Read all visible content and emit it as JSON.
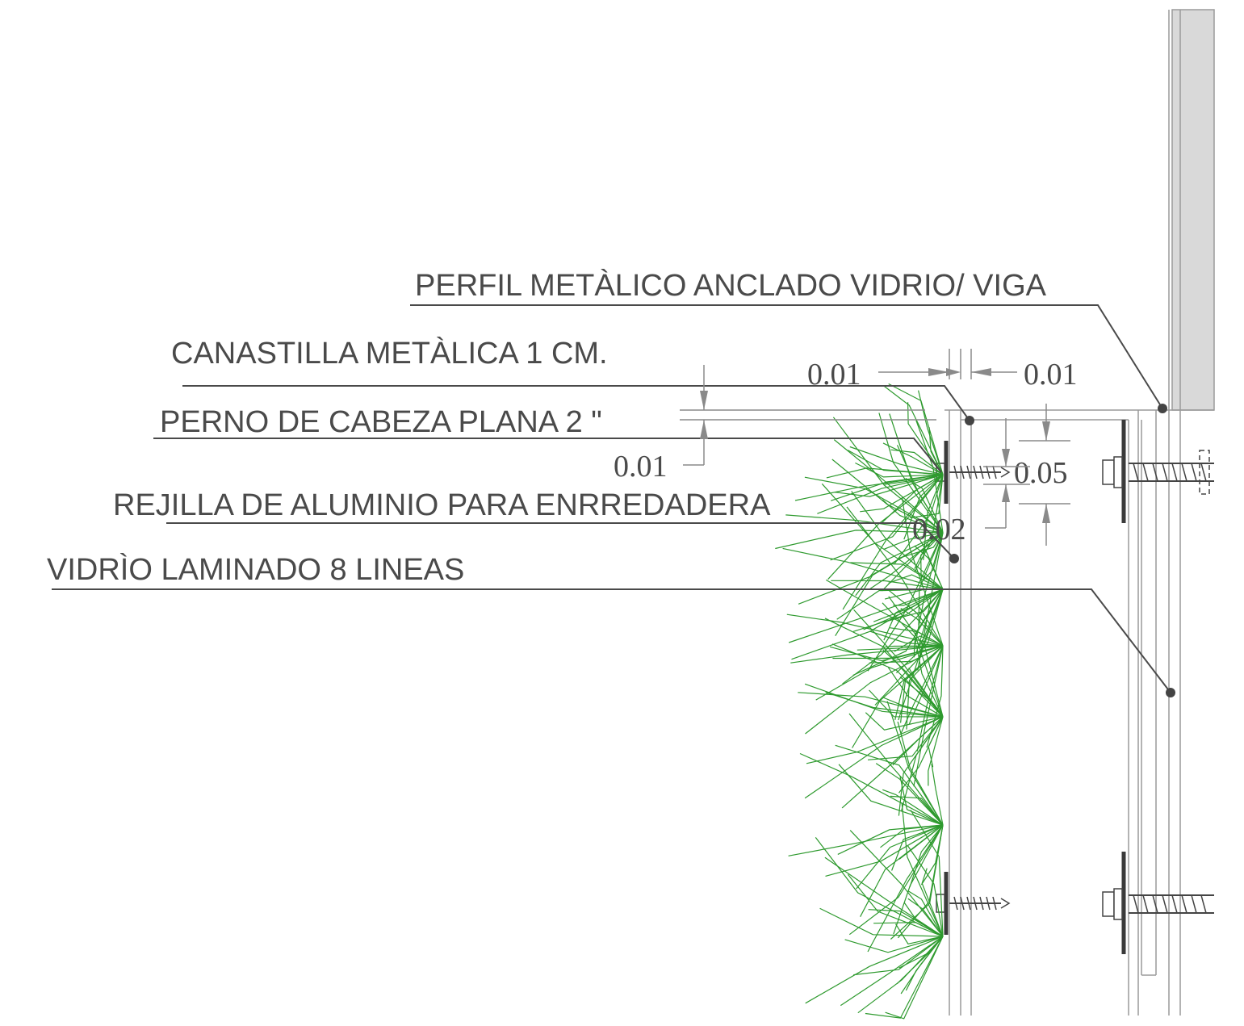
{
  "labels": {
    "perfil": "PERFIL METÀLICO ANCLADO VIDRIO/ VIGA",
    "canastilla": "CANASTILLA METÀLICA 1 CM.",
    "perno": "PERNO DE CABEZA PLANA 2 \"",
    "rejilla": "REJILLA DE ALUMINIO PARA ENRREDADERA",
    "vidrio": "VIDRÌO LAMINADO 8 LINEAS"
  },
  "dimensions": {
    "gap_left": "0.01",
    "gap_right": "0.01",
    "plate_offset": "0.01",
    "bolt_spacing": "0.05",
    "offset_low": "0.02"
  },
  "colors": {
    "line": "#4a4a4a",
    "plant": "#2e9a2e",
    "beam_fill": "#d9d9d9"
  }
}
